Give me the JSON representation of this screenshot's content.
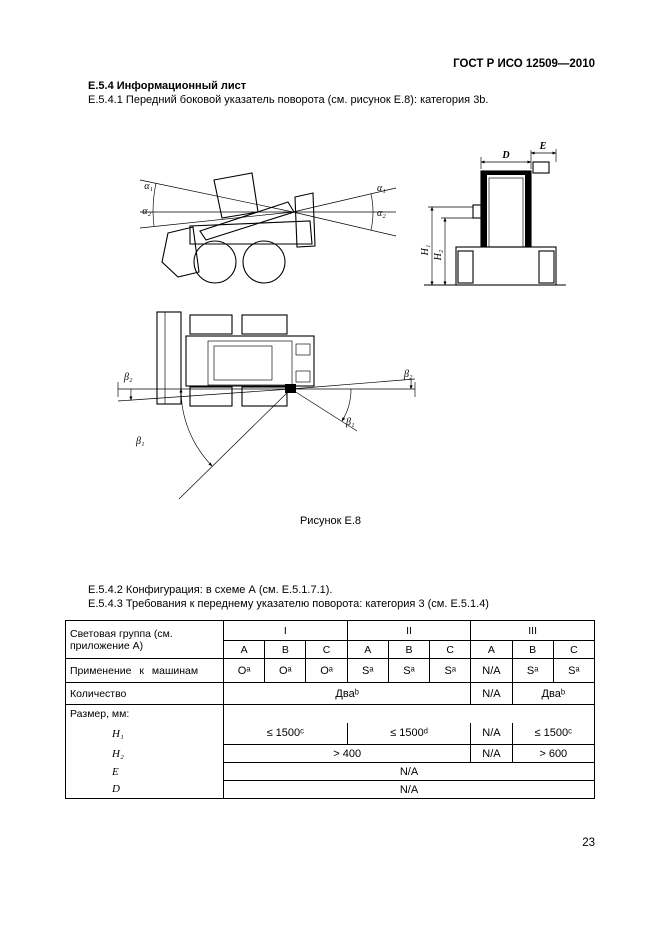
{
  "page": {
    "doc_code": "ГОСТ Р ИСО 12509—2010",
    "page_number": "23"
  },
  "content": {
    "section_title": "Е.5.4 Информационный лист",
    "para_e541": "Е.5.4.1 Передний боковой указатель поворота (см. рисунок Е.8): категория 3b.",
    "figure_caption": "Рисунок Е.8",
    "para_e542": "Е.5.4.2 Конфигурация: в схеме А (см. Е.5.1.7.1).",
    "para_e543": "Е.5.4.3 Требования к переднему указателю поворота: категория 3 (см. Е.5.1.4)"
  },
  "figure": {
    "side_view": {
      "alpha1": "α₁",
      "alpha2": "α₂"
    },
    "front_view": {
      "dim_d": "D",
      "dim_e": "E",
      "dim_h1": "H₁",
      "dim_h2": "H₂"
    },
    "top_view": {
      "beta1": "β₁",
      "beta2": "β₂"
    }
  },
  "table": {
    "light_group_label": "Световая группа (см. приложение А)",
    "groups": [
      "I",
      "II",
      "III"
    ],
    "sub_columns": [
      "A",
      "B",
      "C"
    ],
    "application_label": "Применение к машинам",
    "application_values": [
      "Oᵃ",
      "Oᵃ",
      "Oᵃ",
      "Sᵃ",
      "Sᵃ",
      "Sᵃ",
      "N/A",
      "Sᵃ",
      "Sᵃ"
    ],
    "quantity_label": "Количество",
    "quantity_values": [
      "Дваᵇ",
      "N/A",
      "Дваᵇ"
    ],
    "size_label": "Размер, мм:",
    "row_h1_label": "H₁",
    "row_h1_values": [
      "≤ 1500ᶜ",
      "≤ 1500ᵈ",
      "N/A",
      "≤ 1500ᶜ"
    ],
    "row_h2_label": "H₂",
    "row_h2_values": [
      "> 400",
      "N/A",
      "> 600"
    ],
    "row_e_label": "E",
    "row_e_value": "N/A",
    "row_d_label": "D",
    "row_d_value": "N/A"
  }
}
